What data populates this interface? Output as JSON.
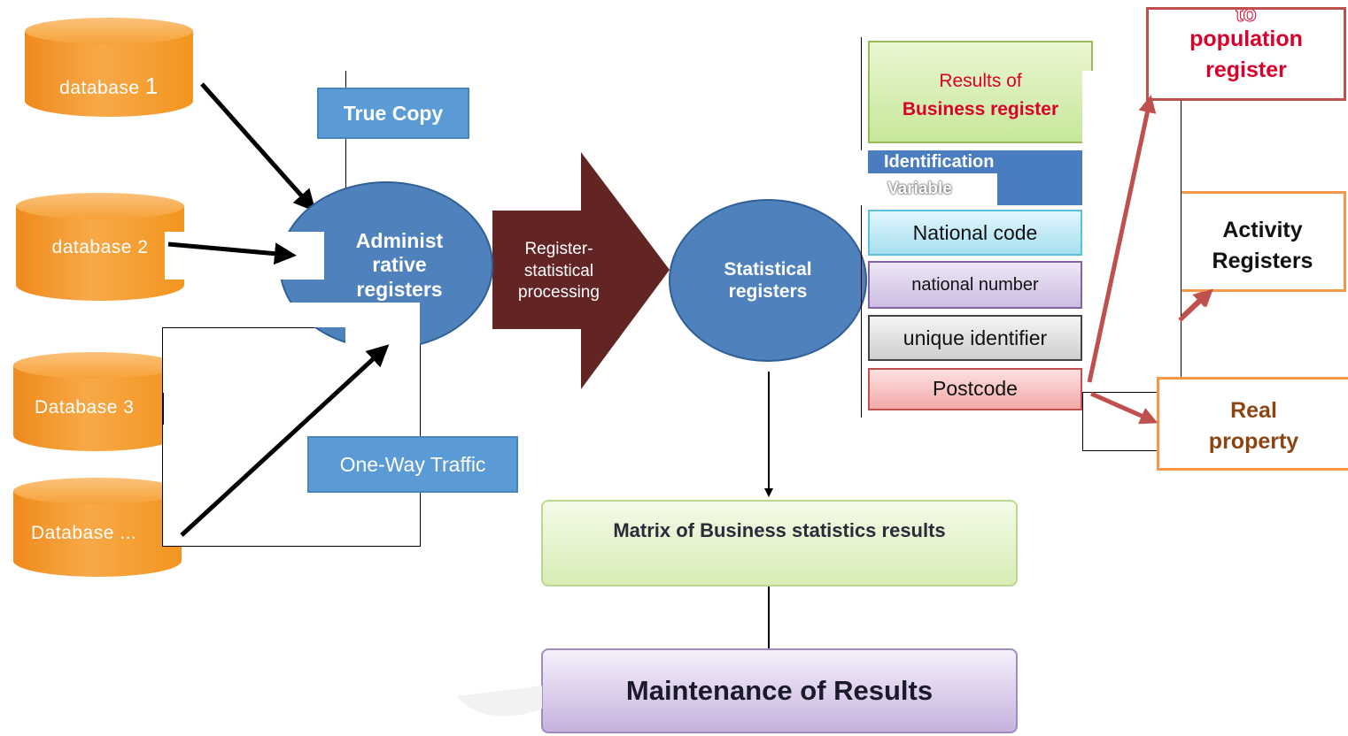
{
  "databases": [
    {
      "prefix": "database ",
      "number": "1"
    },
    {
      "label": "database 2"
    },
    {
      "label": "Database 3"
    },
    {
      "label": "Database ..."
    }
  ],
  "true_copy": "True Copy",
  "one_way_traffic": "One-Way Traffic",
  "admin_registers": {
    "line1": "Administ",
    "line2": "rative",
    "line3": "registers"
  },
  "processing": {
    "line1": "Register-",
    "line2": "statistical",
    "line3": "processing"
  },
  "statistical_registers": {
    "line1": "Statistical",
    "line2": "registers"
  },
  "results_box": {
    "line1": "Results of",
    "line2": "Business register"
  },
  "identification": {
    "line1": "Identification",
    "line2": "Variable"
  },
  "variables": [
    "National code",
    "national number",
    "unique identifier",
    "Postcode"
  ],
  "matrix": "Matrix of Business statistics results",
  "maintenance": "Maintenance of Results",
  "targets": {
    "population_top": "to",
    "population_1": "population",
    "population_2": "register",
    "activity_1": "Activity",
    "activity_2": "Registers",
    "real_1": "Real",
    "real_2": "property"
  },
  "colors": {
    "db_orange": "#f49a2a",
    "circle_blue": "#4f81bd",
    "processing_arrow": "#632523",
    "target_arrow": "#c0504d",
    "population_red": "#d9002b",
    "real_property_brown": "#8b4513"
  }
}
